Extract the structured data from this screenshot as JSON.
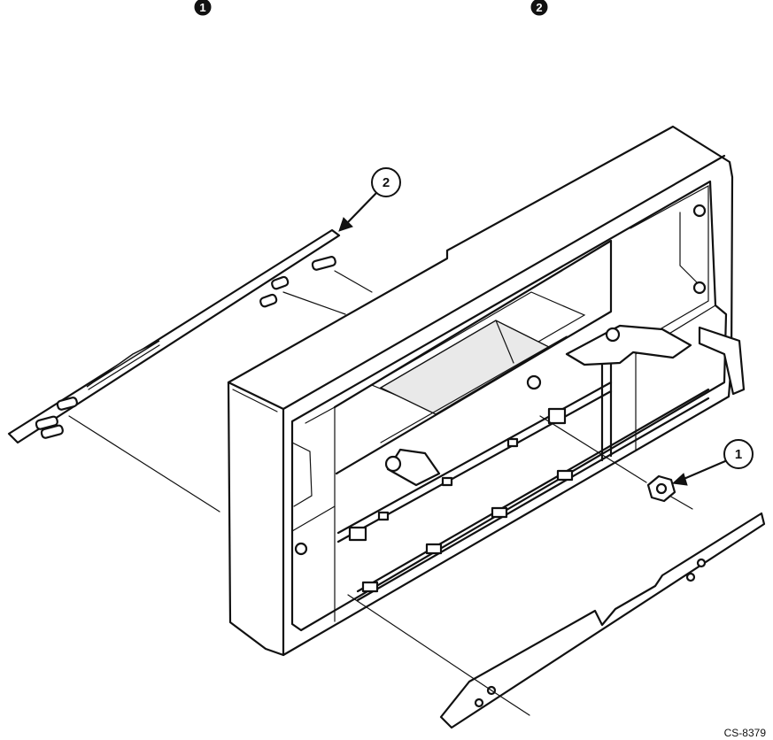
{
  "header_markers": [
    {
      "label": "1"
    },
    {
      "label": "2"
    }
  ],
  "callouts": [
    {
      "label": "1"
    },
    {
      "label": "2"
    }
  ],
  "figure_code": "CS-8379"
}
